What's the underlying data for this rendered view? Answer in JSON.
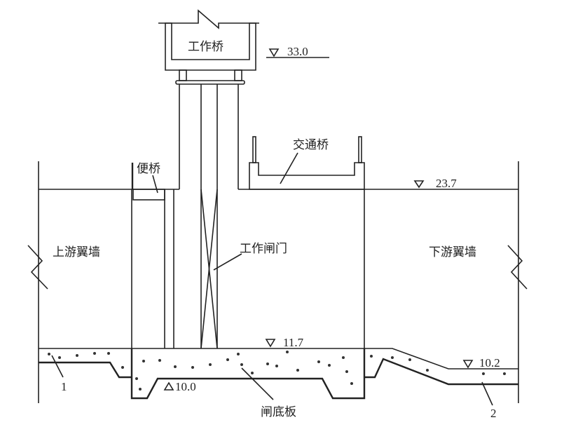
{
  "labels": {
    "work_bridge": "工作桥",
    "traffic_bridge": "交通桥",
    "service_bridge": "便桥",
    "upstream_wing_wall": "上游翼墙",
    "downstream_wing_wall": "下游翼墙",
    "work_gate": "工作闸门",
    "gate_floor_slab": "闸底板",
    "callout_1": "1",
    "callout_2": "2"
  },
  "elevations": {
    "work_bridge_deck": "33.0",
    "ground": "23.7",
    "floor_top": "11.7",
    "floor_bottom": "10.0",
    "downstream_apron": "10.2"
  }
}
